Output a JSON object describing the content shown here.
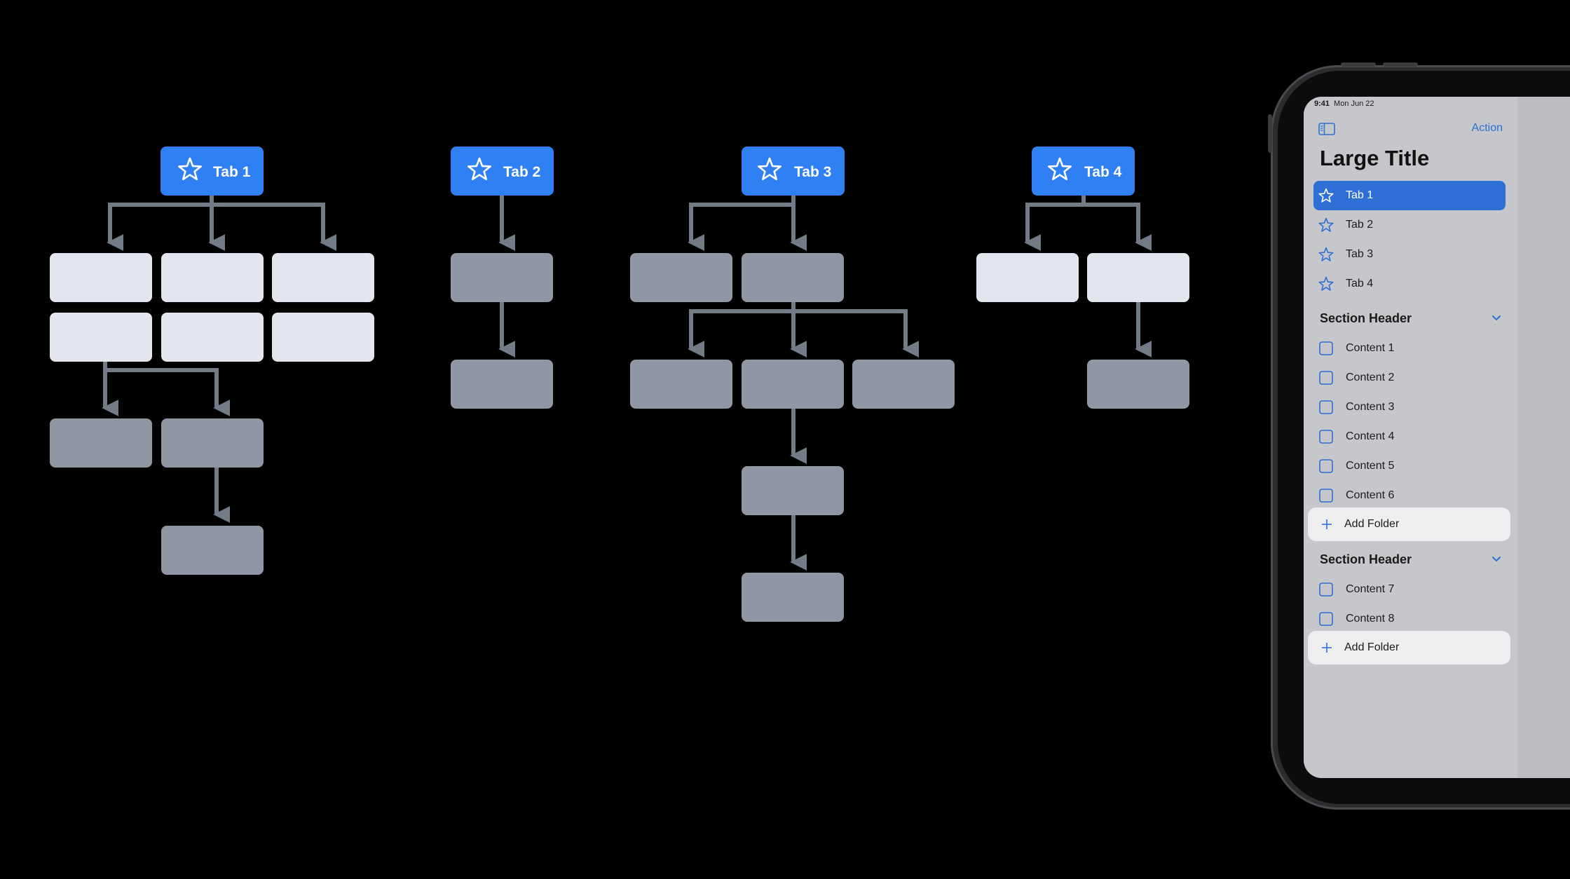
{
  "diagram": {
    "colors": {
      "tab": "#2f80f2",
      "light_box": "#e3e6ec",
      "dark_box": "#8e97a3",
      "connector": "#737b86",
      "background": "#000000"
    },
    "tabs": [
      {
        "label": "Tab 1",
        "icon": "star-icon"
      },
      {
        "label": "Tab 2",
        "icon": "star-icon"
      },
      {
        "label": "Tab 3",
        "icon": "star-icon"
      },
      {
        "label": "Tab 4",
        "icon": "star-icon"
      }
    ]
  },
  "ipad": {
    "status_time": "9:41",
    "status_date": "Mon Jun 22",
    "action_label": "Action",
    "large_title": "Large Title",
    "accent": "#2e6fd6",
    "tabs": [
      {
        "label": "Tab 1",
        "selected": true
      },
      {
        "label": "Tab 2"
      },
      {
        "label": "Tab 3"
      },
      {
        "label": "Tab 4"
      }
    ],
    "sections": [
      {
        "header": "Section Header",
        "items": [
          "Content 1",
          "Content 2",
          "Content 3",
          "Content 4",
          "Content 5",
          "Content 6"
        ],
        "add_label": "Add Folder"
      },
      {
        "header": "Section Header",
        "items": [
          "Content 7",
          "Content 8"
        ],
        "add_label": "Add Folder"
      }
    ]
  }
}
